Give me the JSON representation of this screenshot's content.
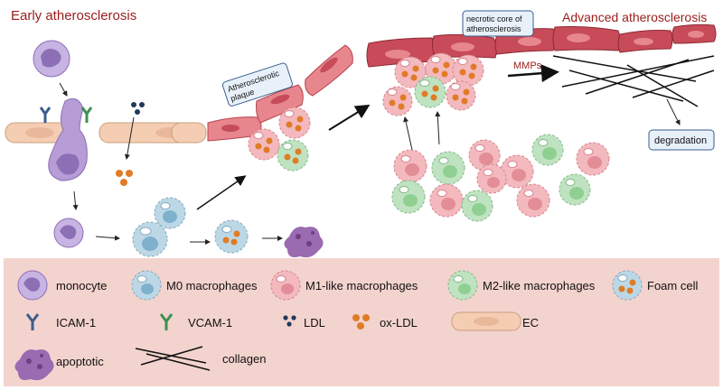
{
  "titles": {
    "early": "Early atherosclerosis",
    "advanced": "Advanced atherosclerosis"
  },
  "annotations": {
    "plaque_line1": "Atherosclerotic",
    "plaque_line2": "plaque",
    "necrotic_line1": "necrotic core of",
    "necrotic_line2": "atherosclerosis",
    "mmps": "MMPs",
    "degradation": "degradation"
  },
  "legend": {
    "monocyte": "monocyte",
    "m0": "M0 macrophages",
    "m1": "M1-like macrophages",
    "m2": "M2-like macrophages",
    "foam": "Foam cell",
    "icam": "ICAM-1",
    "vcam": "VCAM-1",
    "ldl": "LDL",
    "oxldl": "ox-LDL",
    "ec": "EC",
    "apoptotic": "apoptotic",
    "collagen": "collagen"
  },
  "colors": {
    "title_red": "#9b1c1c",
    "legend_bg": "#f3d3ce",
    "monocyte": "#a98bc9",
    "m0": "#bcd8e6",
    "m1": "#f3b9be",
    "m2": "#bfe3c0",
    "ec": "#f4cdb3",
    "endothelium_red": "#d55a66",
    "ldl": "#1f3a5a",
    "oxldl": "#e07b26",
    "icam": "#3a5e8c",
    "vcam": "#3f8f4f"
  }
}
